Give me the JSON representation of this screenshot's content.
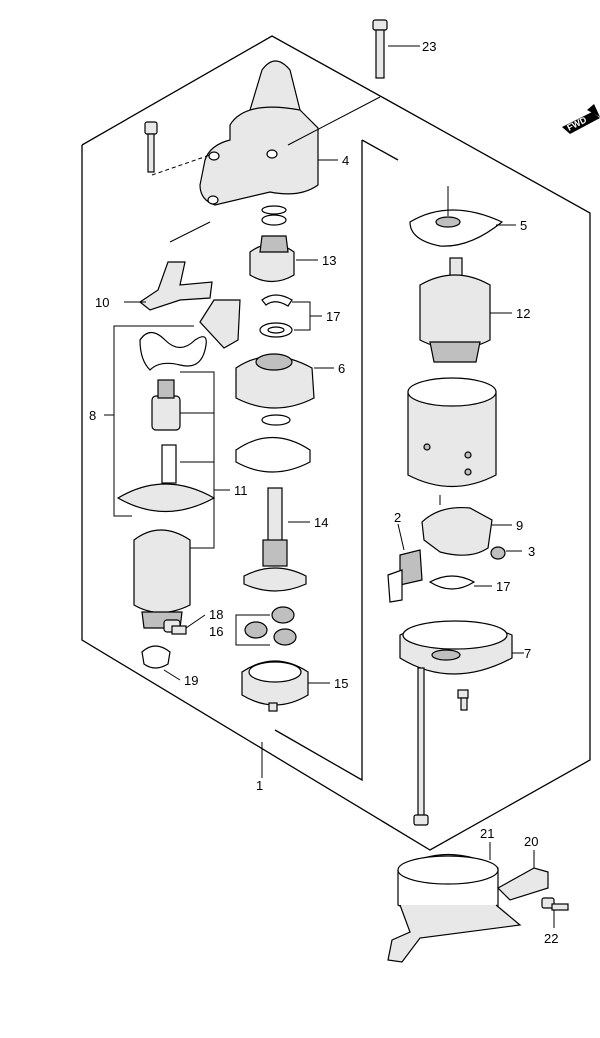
{
  "direction_badge": "FWD",
  "callouts": {
    "c1": "1",
    "c2": "2",
    "c3": "3",
    "c4": "4",
    "c5": "5",
    "c6": "6",
    "c7": "7",
    "c8": "8",
    "c9": "9",
    "c10": "10",
    "c11": "11",
    "c12": "12",
    "c13": "13",
    "c14": "14",
    "c15": "15",
    "c16": "16",
    "c17a": "17",
    "c17b": "17",
    "c18": "18",
    "c19": "19",
    "c20": "20",
    "c21": "21",
    "c22": "22",
    "c23": "23"
  },
  "colors": {
    "line": "#000000",
    "part_fill": "#e8e8e8",
    "part_shade": "#bfbfbf",
    "background": "#ffffff"
  }
}
